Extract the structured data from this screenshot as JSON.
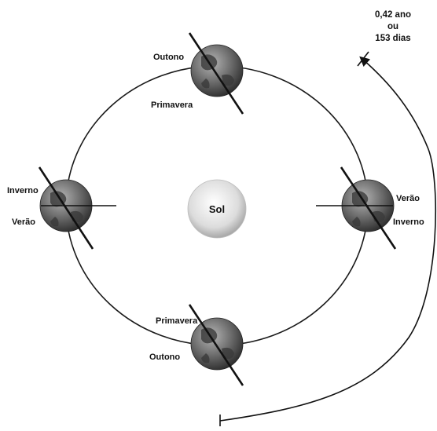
{
  "diagram": {
    "sun": {
      "label": "Sol"
    },
    "period": {
      "line1": "0,42 ano",
      "line2": "ou",
      "line3": "153 dias"
    },
    "earth_top": {
      "label_a": "Outono",
      "label_b": "Primavera"
    },
    "earth_left": {
      "label_a": "Inverno",
      "label_b": "Verão"
    },
    "earth_right": {
      "label_a": "Verão",
      "label_b": "Inverno"
    },
    "earth_bottom": {
      "label_a": "Primavera",
      "label_b": "Outono"
    }
  },
  "colors": {
    "orbit": "#1a1a1a",
    "earth_dark": "#2f2f2f",
    "earth_light": "#9a9a9a",
    "sun": "#d8d8d8"
  }
}
